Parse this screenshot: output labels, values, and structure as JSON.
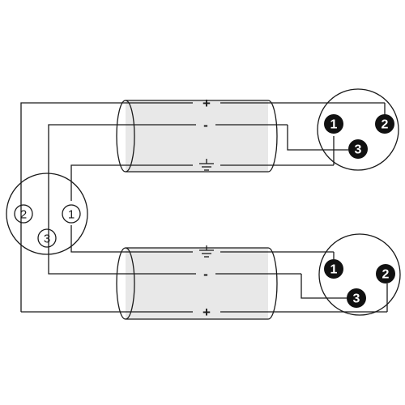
{
  "diagram": {
    "cables": [
      {
        "id": "top",
        "conductors": [
          {
            "role": "positive",
            "symbol": "+"
          },
          {
            "role": "negative",
            "symbol": "-"
          },
          {
            "role": "ground",
            "symbol": "ground"
          }
        ]
      },
      {
        "id": "bottom",
        "conductors": [
          {
            "role": "ground",
            "symbol": "ground"
          },
          {
            "role": "negative",
            "symbol": "-"
          },
          {
            "role": "positive",
            "symbol": "+"
          }
        ]
      }
    ],
    "connectors": {
      "left": {
        "style": "outline",
        "pins": [
          "2",
          "3",
          "1"
        ]
      },
      "top_right": {
        "style": "filled",
        "pins": [
          "1",
          "2",
          "3"
        ]
      },
      "bottom_right": {
        "style": "filled",
        "pins": [
          "1",
          "2",
          "3"
        ]
      }
    },
    "labels": {
      "plus": "+",
      "minus": "-",
      "ground_icon": "ground-icon"
    },
    "colors": {
      "line": "#1a1a1a",
      "shield_fill": "#e8e8e8",
      "pin_filled": "#111111",
      "background": "#ffffff"
    }
  }
}
